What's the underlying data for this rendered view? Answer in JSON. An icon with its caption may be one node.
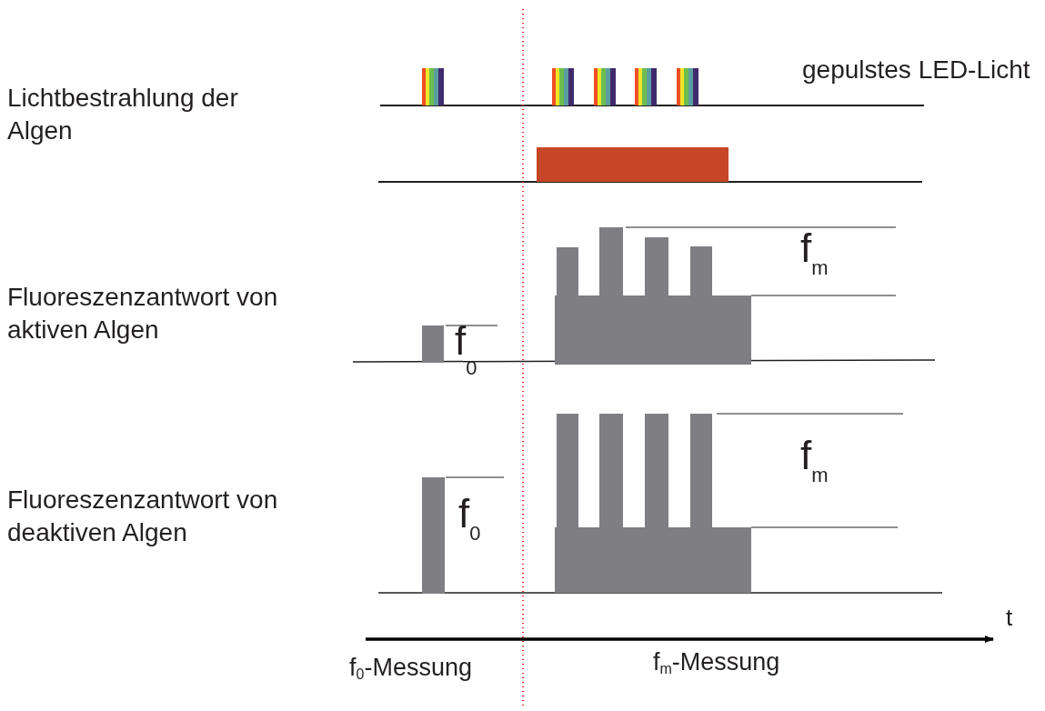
{
  "diagram": {
    "labels": [
      "gepulstes LED-Licht",
      "Lichtbestrahlung der Algen",
      "Fluoreszenzantwort von aktiven Algen",
      "f$_{m}$",
      "f$_{0}$",
      "Fluoreszenzantwort von deaktiven Algen",
      "f$_{m}$",
      "f$_{0}$",
      "t",
      "f$_{0}$-Messung",
      "f$_{m}$-Messung"
    ]
  }
}
